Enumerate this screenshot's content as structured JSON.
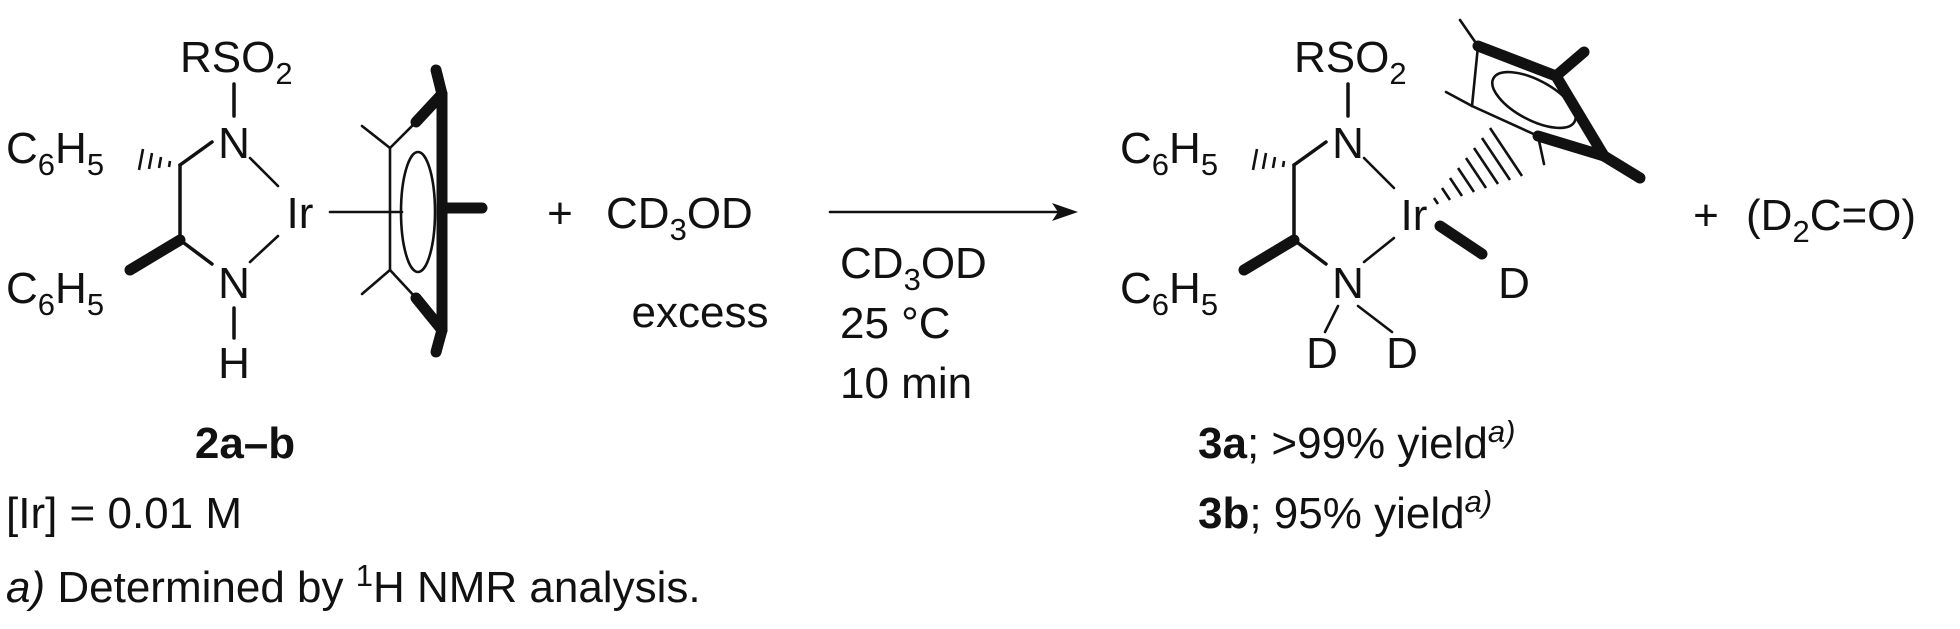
{
  "reactant": {
    "sulfonyl": "RSO",
    "sulfonyl_sub": "2",
    "phenyl_c": "C",
    "phenyl_c_sub": "6",
    "phenyl_h": "H",
    "phenyl_h_sub": "5",
    "n_top": "N",
    "n_bottom": "N",
    "nh_h": "H",
    "metal": "Ir",
    "label": "2a–b",
    "concentration": "[Ir] = 0.01 M"
  },
  "plus_1": "+",
  "reagent": {
    "base": "CD",
    "sub": "3",
    "tail": "OD",
    "note": "excess"
  },
  "conditions": {
    "solvent_base": "CD",
    "solvent_sub": "3",
    "solvent_tail": "OD",
    "temperature": "25 °C",
    "time": "10 min"
  },
  "product": {
    "sulfonyl": "RSO",
    "sulfonyl_sub": "2",
    "n_top": "N",
    "n_bottom": "N",
    "metal": "Ir",
    "d_metal": "D",
    "d_n1": "D",
    "d_n2": "D",
    "yield_a_label": "3a",
    "yield_a_text": "; >99% yield",
    "yield_b_label": "3b",
    "yield_b_text": "; 95% yield",
    "footnote_mark": "a)"
  },
  "plus_2": "+",
  "byproduct": {
    "open": "(D",
    "sub": "2",
    "tail": "C=O)"
  },
  "footnote": {
    "mark": "a)",
    "text_pre": " Determined by ",
    "sup": "1",
    "text_post": "H NMR analysis."
  }
}
